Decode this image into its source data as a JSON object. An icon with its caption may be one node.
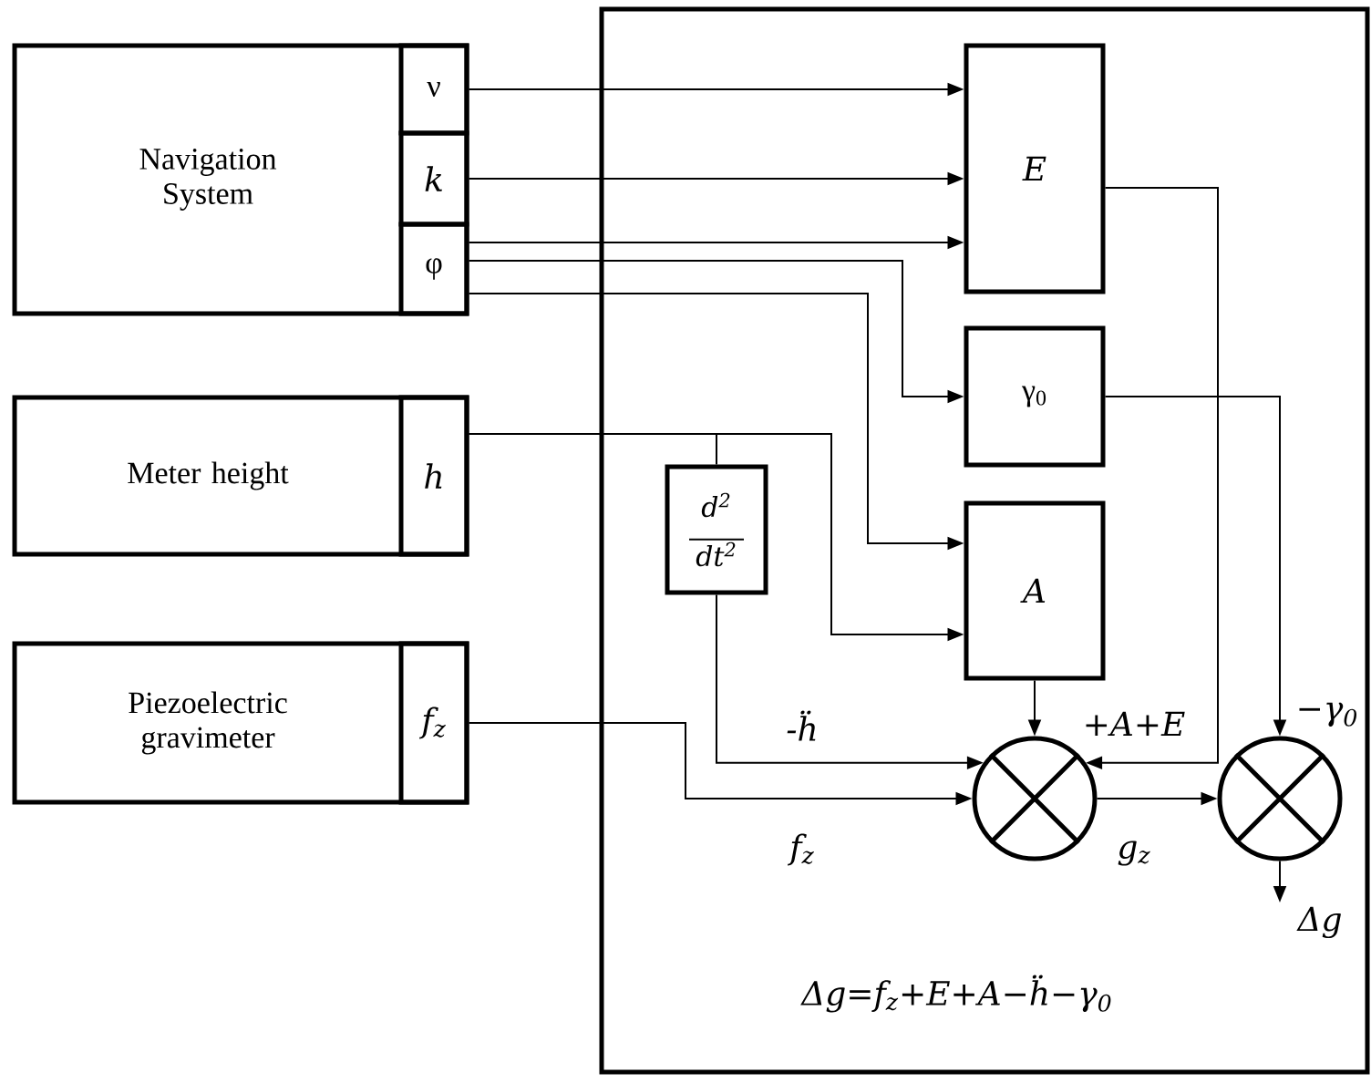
{
  "diagram": {
    "nodes": [
      {
        "text": [
          "Navigation System"
        ]
      },
      {
        "text": [
          "ν"
        ],
        "in": 0
      },
      {
        "text": [
          "k"
        ],
        "in": 0
      },
      {
        "text": [
          "φ"
        ],
        "in": 0
      },
      {
        "text": [
          "Meter height"
        ]
      },
      {
        "text": [
          "h"
        ],
        "in": 4
      },
      {
        "text": [
          "Piezoelectric gravimeter"
        ]
      },
      {
        "text": [
          "f$_{z}$"
        ],
        "in": 6
      },
      {
        "text": [],
        "shape": "box"
      },
      {
        "text": [
          "E"
        ],
        "in": 8
      },
      {
        "text": [
          "γ$_{0}$"
        ],
        "in": 8
      },
      {
        "text": [
          "d$^{2}$",
          "dt$^{2}$"
        ],
        "in": 8
      },
      {
        "text": [
          "A"
        ],
        "in": 8
      },
      {
        "text": [],
        "shape": "circle",
        "in": 8
      },
      {
        "text": [],
        "shape": "circle",
        "in": 8
      }
    ],
    "edges": [
      {
        "from": 1,
        "to": 9,
        "arrow": "to"
      },
      {
        "from": 2,
        "to": 9,
        "arrow": "to"
      },
      {
        "from": 3,
        "to": 9,
        "arrow": "to"
      },
      {
        "from": 3,
        "to": 10,
        "arrow": "to"
      },
      {
        "from": 3,
        "to": 12,
        "arrow": "to"
      },
      {
        "from": 5,
        "to": 12,
        "arrow": "to"
      },
      {
        "from": 5,
        "to": 11,
        "arrow": "none"
      },
      {
        "from": 11,
        "to": 13,
        "arrow": "to",
        "label": "-ḧ"
      },
      {
        "from": 12,
        "to": 13,
        "arrow": "to"
      },
      {
        "from": 9,
        "to": 13,
        "arrow": "to"
      },
      {
        "from": 7,
        "to": 13,
        "arrow": "to",
        "label": "f$_{z}$"
      },
      {
        "from": 10,
        "to": 14,
        "arrow": "to",
        "label": "−γ$_{0}$"
      },
      {
        "from": 13,
        "to": 14,
        "arrow": "to",
        "label": "g$_{z}$"
      },
      {
        "from": 14,
        "to": null,
        "arrow": "to",
        "label": "Δg"
      }
    ],
    "labels": [
      "+A+E",
      "Δg=f$_{z}$+E+A−ḧ−γ$_{0}$"
    ]
  }
}
